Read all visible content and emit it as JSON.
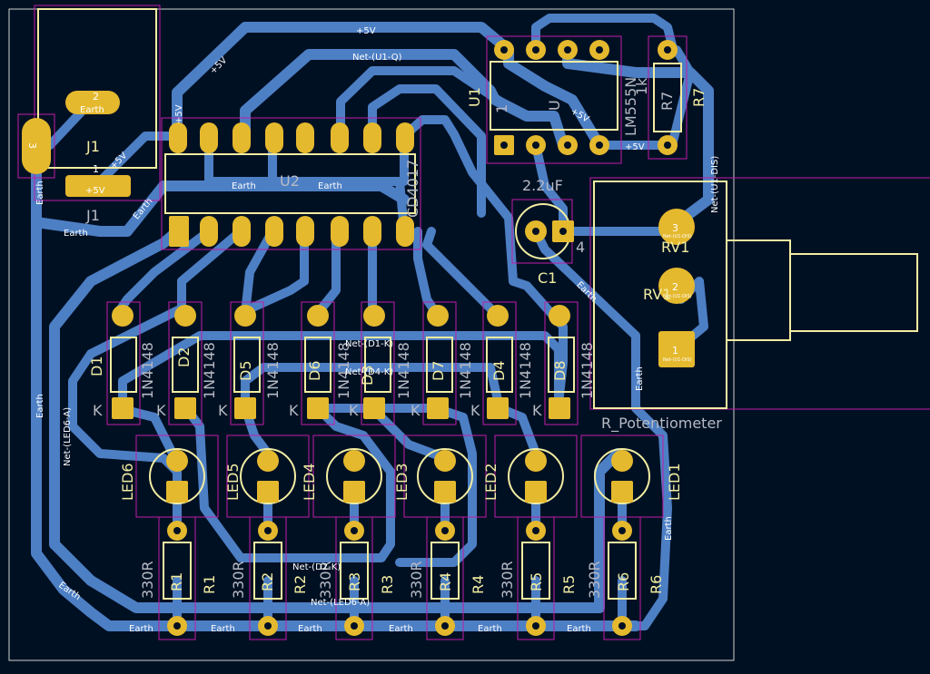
{
  "board": {
    "colors": {
      "background": "#001023",
      "track": "#4d7fc4",
      "pad": "#e5b92e",
      "silkscreen": "#f2eda1",
      "courtyard": "#c21ca8",
      "edge_cuts": "#d0d2cd"
    }
  },
  "nets": {
    "vcc": "+5V",
    "gnd": "Earth",
    "u1q": "Net-(U1-Q)",
    "u1dis": "Net-(U1-DIS)",
    "d1k": "Net-(D1-K)",
    "d4k": "Net-(D4-K)",
    "d2k": "Net-(D2-K)",
    "led6a": "Net-(LED6-A)"
  },
  "components": {
    "j1": {
      "ref": "J1",
      "pins": [
        "1",
        "2",
        "3"
      ],
      "pin1_net": "+5V",
      "pin2_net": "Earth"
    },
    "u1": {
      "ref": "U1",
      "value": "LM555N",
      "pin1": "1",
      "pin_label": "U"
    },
    "u2": {
      "ref": "U2",
      "value": "CD4017"
    },
    "c1": {
      "ref": "C1",
      "value": "2.2uF",
      "pin_num": "4"
    },
    "r7": {
      "ref": "R7",
      "value": "1k"
    },
    "rv1": {
      "ref": "RV1",
      "value": "R_Potentiometer",
      "pins": [
        "1",
        "2",
        "3"
      ],
      "pin_net": "Net-(U1-DIS)"
    },
    "diode_value": "1N4148",
    "diode_k": "K",
    "diodes": [
      "D1",
      "D2",
      "D3",
      "D4",
      "D5",
      "D6",
      "D7",
      "D8"
    ],
    "leds": [
      "LED6",
      "LED5",
      "LED4",
      "LED3",
      "LED2",
      "LED1"
    ],
    "resistors": [
      "R1",
      "R2",
      "R3",
      "R4",
      "R5",
      "R6"
    ],
    "resistor_value": "330R"
  }
}
